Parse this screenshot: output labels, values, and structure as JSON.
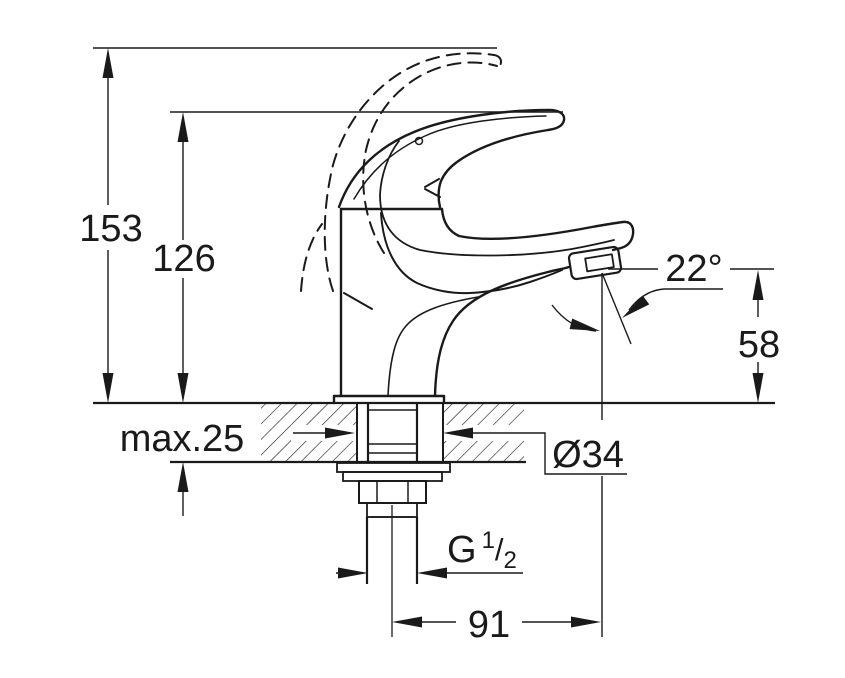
{
  "figure": {
    "background_color": "#ffffff",
    "line_color": "#1a1a1a",
    "labels": {
      "overall_height": "153",
      "handle_height": "126",
      "spout_angle": "22°",
      "spout_outlet_height": "58",
      "max_deck_thickness": "max.25",
      "hole_diameter": "Ø34",
      "spout_reach": "91",
      "thread": {
        "prefix": "G",
        "numerator": "1",
        "slash": "/",
        "denominator": "2"
      }
    }
  }
}
